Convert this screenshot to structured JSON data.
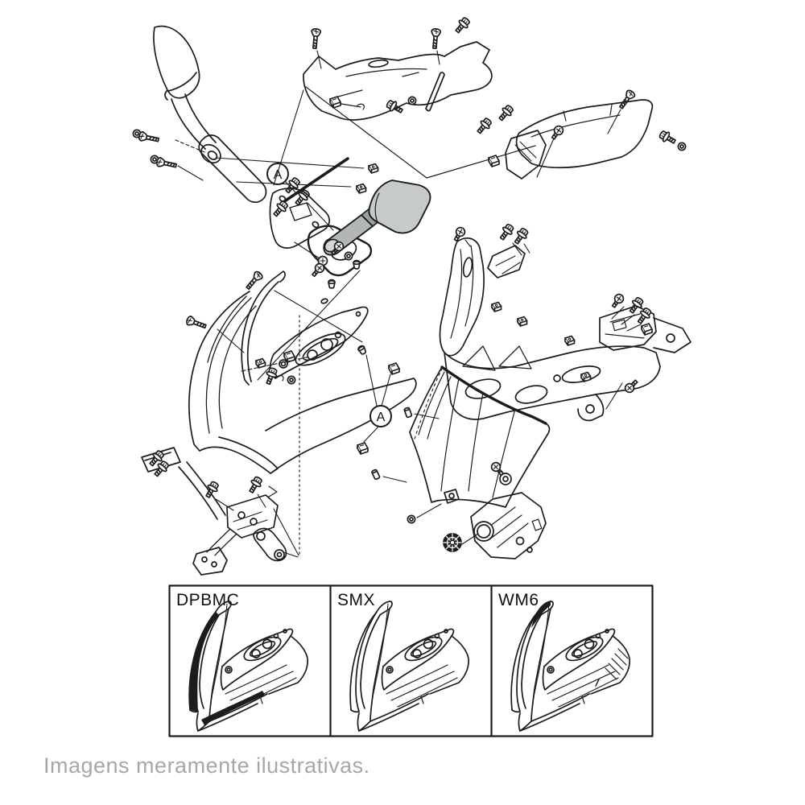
{
  "page": {
    "caption": "Imagens meramente ilustrativas.",
    "caption_color": "#a7a7a7",
    "background": "#ffffff"
  },
  "callouts": {
    "top": "A",
    "bottom": "A"
  },
  "variants": {
    "cells": [
      {
        "label": "DPBMC"
      },
      {
        "label": "SMX"
      },
      {
        "label": "WM6"
      }
    ]
  },
  "colors": {
    "line": "#1c1c1c",
    "mirror_body": "#c6caca",
    "mirror_arm": "#b2b6b6",
    "mirror_neck": "#9aa0a0",
    "star_nut": "#1c1c1c",
    "label_text": "#111111"
  }
}
